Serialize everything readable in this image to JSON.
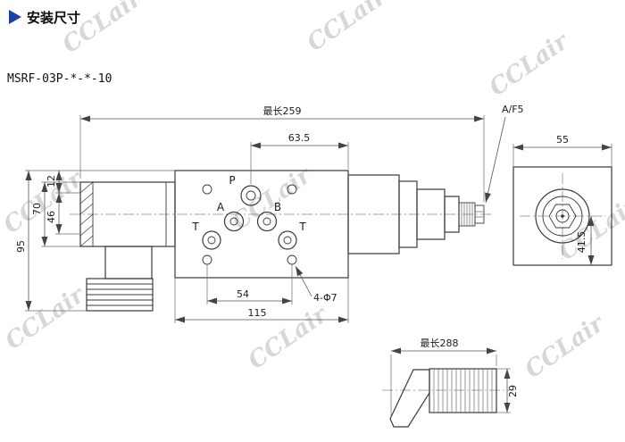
{
  "page": {
    "title": "安装尺寸",
    "model": "MSRF-03P-*-*-10",
    "watermark": "CCLair",
    "colors": {
      "accent": "#1c3eb0",
      "line": "#3a3a3a",
      "watermark": "#d7d7d7"
    }
  },
  "main_view": {
    "ports": {
      "p": "P",
      "a": "A",
      "b": "B",
      "t_left": "T",
      "t_right": "T"
    },
    "dimensions": {
      "overall_length": "最长259",
      "port_to_edge": "63.5",
      "offset_top": "12",
      "solenoid_height": "70",
      "body_height": "46",
      "overall_height": "95",
      "hole_spacing": "54",
      "plate_length": "115",
      "mounting_holes": "4-Φ7",
      "wrench_flat": "A/F5"
    }
  },
  "side_view": {
    "dimensions": {
      "width": "55",
      "center_height": "41.5"
    }
  },
  "knob_view": {
    "dimensions": {
      "overall_length": "最长288",
      "diameter": "29"
    }
  }
}
